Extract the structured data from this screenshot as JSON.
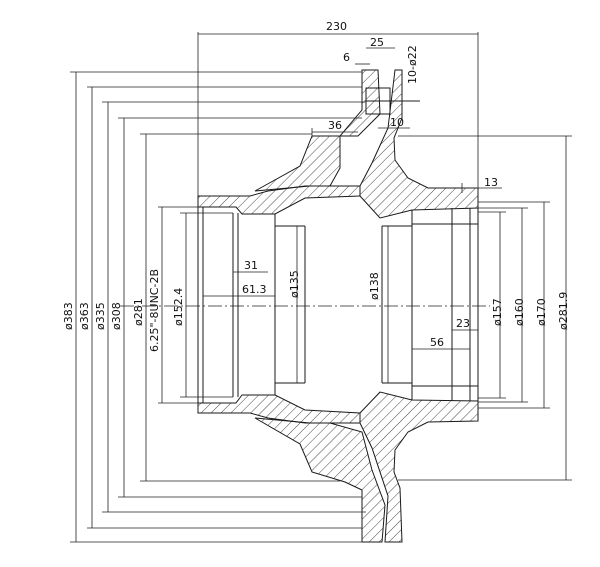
{
  "labels": {
    "overall_length": "230",
    "flange_thickness": "25",
    "flange_holes": "10-ø22",
    "flange_step": "6",
    "web_36": "36",
    "web_10": "10",
    "end_13": "13",
    "d383": "ø383",
    "d363": "ø363",
    "d335": "ø335",
    "d308": "ø308",
    "d281": "ø281",
    "thread": "6.25\"-8UNC-2B",
    "d152_4": "ø152.4",
    "len31": "31",
    "len61_3": "61.3",
    "d135": "ø135",
    "d138": "ø138",
    "len23": "23",
    "len56": "56",
    "d157": "ø157",
    "d160": "ø160",
    "d170": "ø170",
    "d281_9": "ø281.9"
  }
}
